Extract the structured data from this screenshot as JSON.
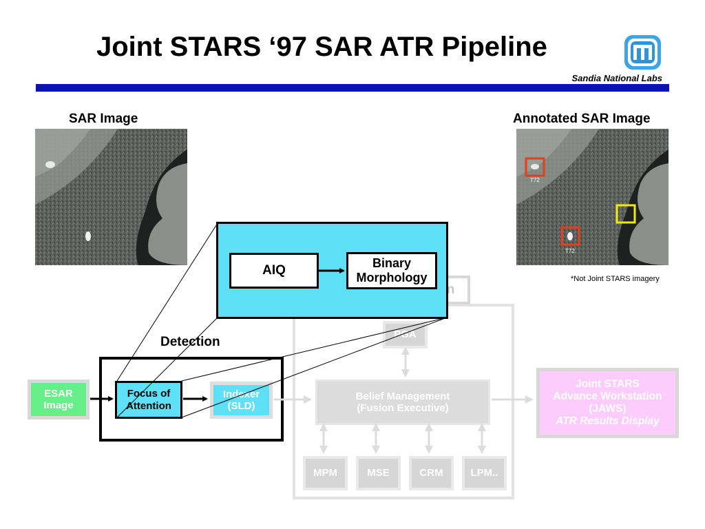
{
  "header": {
    "title": "Joint STARS ‘97 SAR ATR Pipeline",
    "org": "Sandia National Labs"
  },
  "images": {
    "left_label": "SAR Image",
    "right_label": "Annotated SAR Image",
    "target_tag_1": "T72",
    "target_tag_2": "T72",
    "footnote": "*Not Joint STARS imagery"
  },
  "zoom": {
    "aiq": "AIQ",
    "binary_line1": "Binary",
    "binary_line2": "Morphology"
  },
  "pipeline": {
    "detection_label": "Detection",
    "hidden_suffix": "n",
    "esar_line1": "ESAR",
    "esar_line2": "Image",
    "foa_line1": "Focus of",
    "foa_line2": "Attention",
    "indexer_line1": "Indexer",
    "indexer_line2": "(SLD)",
    "pga": "PGA",
    "belief_line1": "Belief Management",
    "belief_line2": "(Fusion Executive)",
    "mpm": "MPM",
    "mse": "MSE",
    "crm": "CRM",
    "lpm": "LPM..",
    "jaws_line1": "Joint STARS",
    "jaws_line2": "Advance Workstation",
    "jaws_line3": "(JAWS)",
    "jaws_line4": "ATR Results Display"
  },
  "colors": {
    "header_rule": "#0a14b4",
    "zoom_fill": "#5ee0f7",
    "foa_fill": "#5ee0f7",
    "esar_fill": "#66ee88",
    "jaws_fill": "#fccdfc",
    "target_box_red": "#e0401a",
    "target_box_yellow": "#f0ea10"
  }
}
